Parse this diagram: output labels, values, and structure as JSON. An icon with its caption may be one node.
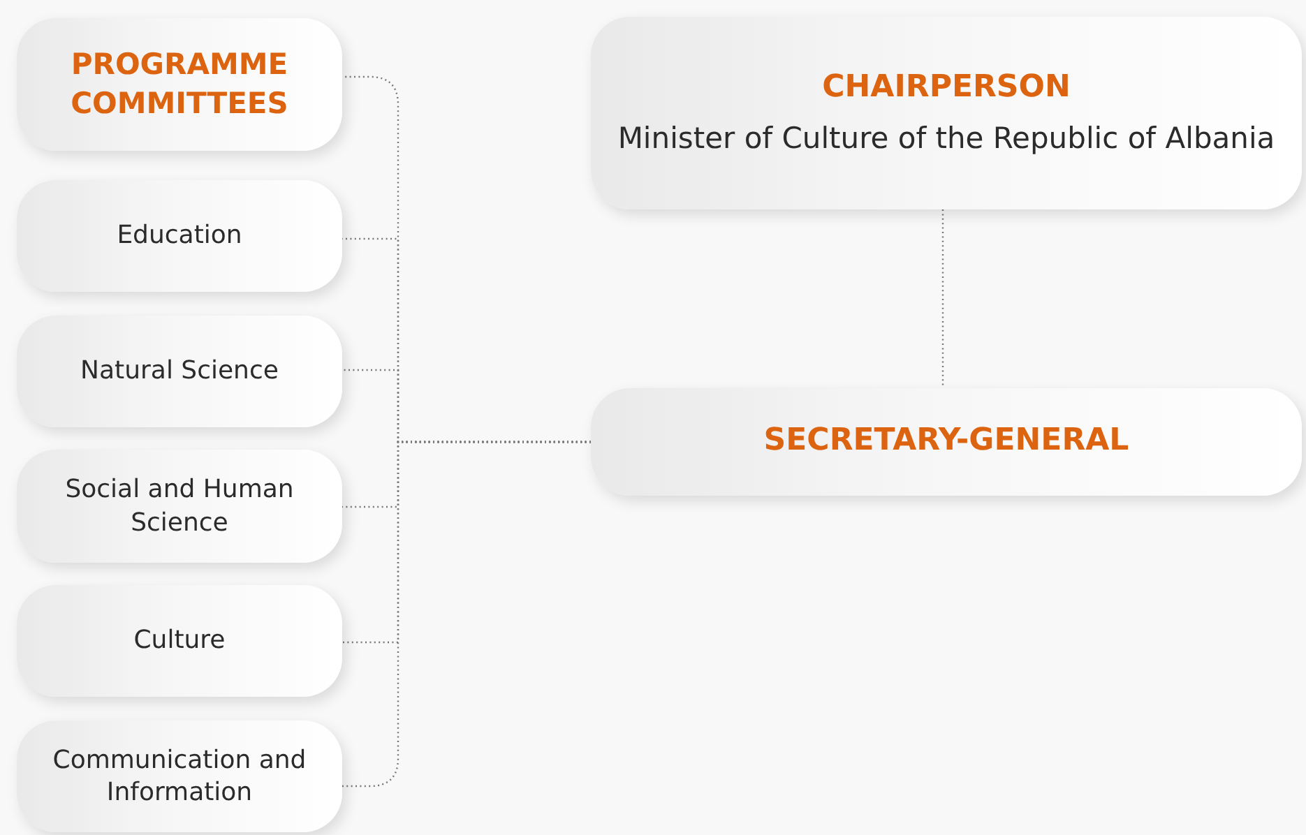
{
  "diagram": {
    "nodes": [
      {
        "text": [
          "PROGRAMME COMMITTEES"
        ]
      },
      {
        "text": [
          "Education"
        ]
      },
      {
        "text": [
          "Natural Science"
        ]
      },
      {
        "text": [
          "Social and Human Science"
        ]
      },
      {
        "text": [
          "Culture"
        ]
      },
      {
        "text": [
          "Communication and Information"
        ]
      },
      {
        "text": [
          "CHAIRPERSON",
          "Minister of Culture of the Republic of Albania"
        ]
      },
      {
        "text": [
          "SECRETARY-GENERAL"
        ]
      }
    ],
    "edges": [
      {
        "from": 6,
        "to": 7,
        "arrow": "none"
      },
      {
        "from": 7,
        "to": 0,
        "arrow": "none"
      },
      {
        "from": 7,
        "to": 1,
        "arrow": "none"
      },
      {
        "from": 7,
        "to": 2,
        "arrow": "none"
      },
      {
        "from": 7,
        "to": 3,
        "arrow": "none"
      },
      {
        "from": 7,
        "to": 4,
        "arrow": "none"
      },
      {
        "from": 7,
        "to": 5,
        "arrow": "none"
      }
    ]
  }
}
